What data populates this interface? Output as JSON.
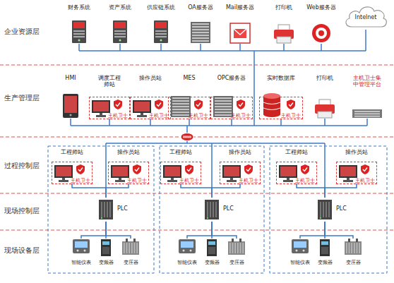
{
  "diagram": {
    "nodes": [
      {
        "text": [
          "财务系统"
        ]
      },
      {
        "text": [
          "资产系统"
        ]
      },
      {
        "text": [
          "供应链系统"
        ]
      },
      {
        "text": [
          "OA服务器"
        ]
      },
      {
        "text": [
          "Mail服务器"
        ]
      },
      {
        "text": [
          "打印机"
        ]
      },
      {
        "text": [
          "Web服务器"
        ]
      },
      {
        "text": [
          "Intelnet"
        ]
      },
      {
        "text": [
          "HMI"
        ]
      },
      {
        "text": [
          "调度工程师站"
        ]
      },
      {
        "text": [
          "主机卫士"
        ],
        "in": 9
      },
      {
        "text": [
          "操作员站"
        ]
      },
      {
        "text": [
          "主机卫士"
        ],
        "in": 11
      },
      {
        "text": [
          "MES"
        ]
      },
      {
        "text": [
          "主机卫士"
        ],
        "in": 13
      },
      {
        "text": [
          "OPC服务器"
        ]
      },
      {
        "text": [
          "主机卫士"
        ],
        "in": 15
      },
      {
        "text": [
          "实时数据库"
        ]
      },
      {
        "text": [
          "主机卫士"
        ],
        "in": 17
      },
      {
        "text": [
          "打印机"
        ]
      },
      {
        "text": [
          "主机卫士集中管理平台"
        ]
      },
      {
        "text": [
          "工程师站"
        ]
      },
      {
        "text": [
          "主机卫士"
        ],
        "in": 21
      },
      {
        "text": [
          "操作员站"
        ]
      },
      {
        "text": [
          "主机卫士"
        ],
        "in": 23
      },
      {
        "text": [
          "PLC"
        ]
      },
      {
        "text": [
          "智能仪表"
        ]
      },
      {
        "text": [
          "变频器"
        ]
      },
      {
        "text": [
          "变压器"
        ]
      },
      {
        "text": [
          "工程师站"
        ]
      },
      {
        "text": [
          "主机卫士"
        ],
        "in": 29
      },
      {
        "text": [
          "操作员站"
        ]
      },
      {
        "text": [
          "主机卫士"
        ],
        "in": 31
      },
      {
        "text": [
          "PLC"
        ]
      },
      {
        "text": [
          "智能仪表"
        ]
      },
      {
        "text": [
          "变频器"
        ]
      },
      {
        "text": [
          "变压器"
        ]
      },
      {
        "text": [
          "工程师站"
        ]
      },
      {
        "text": [
          "主机卫士"
        ],
        "in": 37
      },
      {
        "text": [
          "操作员站"
        ]
      },
      {
        "text": [
          "主机卫士"
        ],
        "in": 39
      },
      {
        "text": [
          "PLC"
        ]
      },
      {
        "text": [
          "智能仪表"
        ]
      },
      {
        "text": [
          "变频器"
        ]
      },
      {
        "text": [
          "变压器"
        ]
      }
    ],
    "edges": [
      {
        "from": 21,
        "to": 25,
        "arrow": "none"
      },
      {
        "from": 23,
        "to": 25,
        "arrow": "none"
      },
      {
        "from": 25,
        "to": 26,
        "arrow": "none"
      },
      {
        "from": 25,
        "to": 27,
        "arrow": "none"
      },
      {
        "from": 25,
        "to": 28,
        "arrow": "none"
      },
      {
        "from": 29,
        "to": 33,
        "arrow": "none"
      },
      {
        "from": 31,
        "to": 33,
        "arrow": "none"
      },
      {
        "from": 33,
        "to": 34,
        "arrow": "none"
      },
      {
        "from": 33,
        "to": 35,
        "arrow": "none"
      },
      {
        "from": 33,
        "to": 36,
        "arrow": "none"
      },
      {
        "from": 37,
        "to": 41,
        "arrow": "none"
      },
      {
        "from": 39,
        "to": 41,
        "arrow": "none"
      },
      {
        "from": 41,
        "to": 42,
        "arrow": "none"
      },
      {
        "from": 41,
        "to": 43,
        "arrow": "none"
      },
      {
        "from": 41,
        "to": 44,
        "arrow": "none"
      }
    ],
    "labels": [
      "企业资源层",
      "生产管理层",
      "过程控制层",
      "现场控制层",
      "现场设备层"
    ]
  }
}
